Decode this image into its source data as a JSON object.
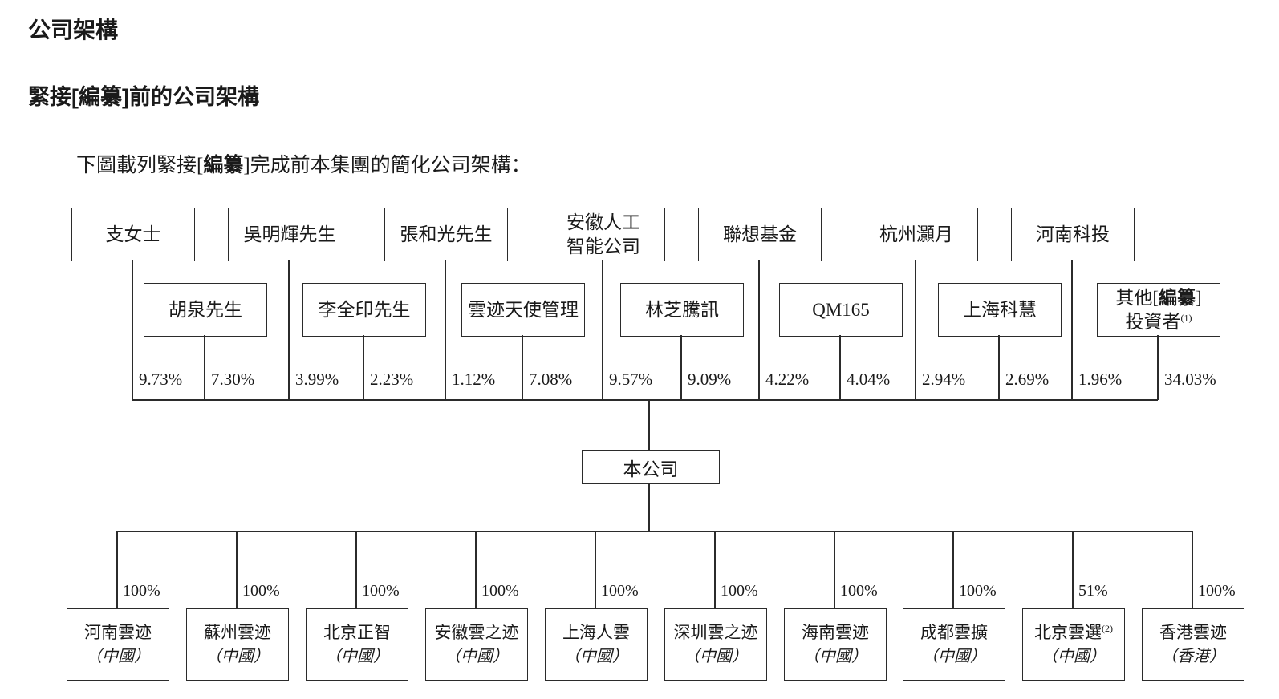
{
  "page": {
    "title": "公司架構",
    "subtitle": {
      "pre": "緊接[",
      "bold": "編纂",
      "post": "]前的公司架構"
    },
    "intro": {
      "pre": "下圖載列緊接[",
      "bold": "編纂",
      "post": "]完成前本集團的簡化公司架構："
    }
  },
  "shareholders": [
    {
      "name": "支女士",
      "pct": "9.73%"
    },
    {
      "name": "胡泉先生",
      "pct": "7.30%"
    },
    {
      "name": "吳明輝先生",
      "pct": "3.99%"
    },
    {
      "name": "李全印先生",
      "pct": "2.23%"
    },
    {
      "name": "張和光先生",
      "pct": "1.12%"
    },
    {
      "name": "雲迹天使管理",
      "pct": "7.08%"
    },
    {
      "name": "安徽人工",
      "name2": "智能公司",
      "pct": "9.57%"
    },
    {
      "name": "林芝騰訊",
      "pct": "9.09%"
    },
    {
      "name": "聯想基金",
      "pct": "4.22%"
    },
    {
      "name": "QM165",
      "pct": "4.04%"
    },
    {
      "name": "杭州灝月",
      "pct": "2.94%"
    },
    {
      "name": "上海科慧",
      "pct": "2.69%"
    },
    {
      "name": "河南科投",
      "pct": "1.96%"
    },
    {
      "name_pre": "其他[",
      "name_bold": "編纂",
      "name_post": "]",
      "name2": "投資者",
      "sup": "(1)",
      "pct": "34.03%"
    }
  ],
  "company": {
    "name": "本公司"
  },
  "subsidiaries": [
    {
      "name": "河南雲迹",
      "region": "（中國）",
      "pct": "100%"
    },
    {
      "name": "蘇州雲迹",
      "region": "（中國）",
      "pct": "100%"
    },
    {
      "name": "北京正智",
      "region": "（中國）",
      "pct": "100%"
    },
    {
      "name": "安徽雲之迹",
      "region": "（中國）",
      "pct": "100%"
    },
    {
      "name": "上海人雲",
      "region": "（中國）",
      "pct": "100%"
    },
    {
      "name": "深圳雲之迹",
      "region": "（中國）",
      "pct": "100%"
    },
    {
      "name": "海南雲迹",
      "region": "（中國）",
      "pct": "100%"
    },
    {
      "name": "成都雲擴",
      "region": "（中國）",
      "pct": "100%"
    },
    {
      "name": "北京雲選",
      "sup": "(2)",
      "region": "（中國）",
      "pct": "51%"
    },
    {
      "name": "香港雲迹",
      "region": "（香港）",
      "pct": "100%"
    }
  ]
}
